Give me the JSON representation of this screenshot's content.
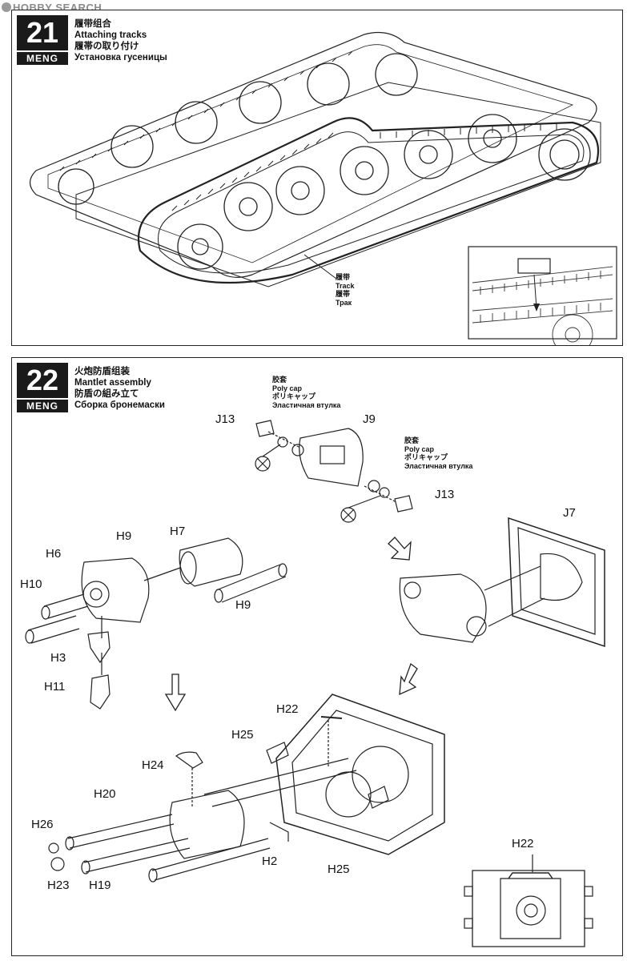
{
  "watermark": "HOBBY SEARCH",
  "brand": "MENG",
  "step21": {
    "number": "21",
    "title_cn": "履带组合",
    "title_en": "Attaching tracks",
    "title_jp": "履帯の取り付け",
    "title_ru": "Установка гусеницы",
    "callout": {
      "cn": "履带",
      "en": "Track",
      "jp": "履帯",
      "ru": "Трак"
    }
  },
  "step22": {
    "number": "22",
    "title_cn": "火炮防盾组装",
    "title_en": "Mantlet assembly",
    "title_jp": "防盾の組み立て",
    "title_ru": "Сборка бронемаски",
    "polycap": {
      "cn": "胶套",
      "en": "Poly cap",
      "jp": "ポリキャップ",
      "ru": "Эластичная втулка"
    },
    "parts": {
      "j13_top": "J13",
      "j9": "J9",
      "j13_right": "J13",
      "j7": "J7",
      "h6": "H6",
      "h9_top": "H9",
      "h7": "H7",
      "h10": "H10",
      "h9_bottom": "H9",
      "h3": "H3",
      "h11": "H11",
      "h22": "H22",
      "h25_top": "H25",
      "h24": "H24",
      "h20": "H20",
      "h26": "H26",
      "h2": "H2",
      "h25_bottom": "H25",
      "h23": "H23",
      "h19": "H19",
      "h22_detail": "H22"
    }
  }
}
